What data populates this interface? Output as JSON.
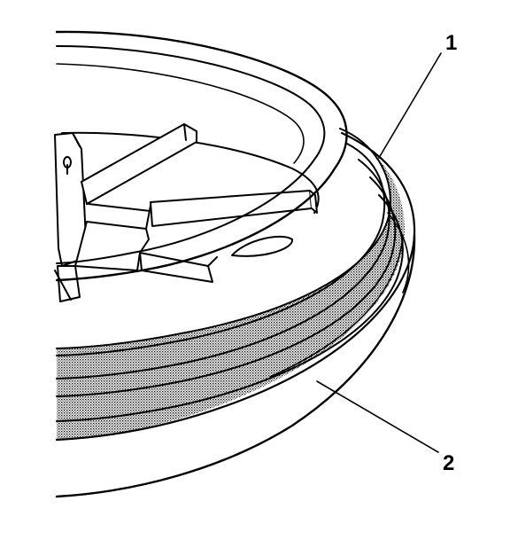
{
  "callouts": [
    {
      "id": "callout-1",
      "label": "1"
    },
    {
      "id": "callout-2",
      "label": "2"
    }
  ],
  "colors": {
    "background": "#ffffff",
    "line": "#000000",
    "stipple_dot": "#000000",
    "stipple_base": "#ffffff"
  },
  "icons": {
    "part_1": "sealing-ring",
    "part_2": "tire-bead-ring"
  }
}
